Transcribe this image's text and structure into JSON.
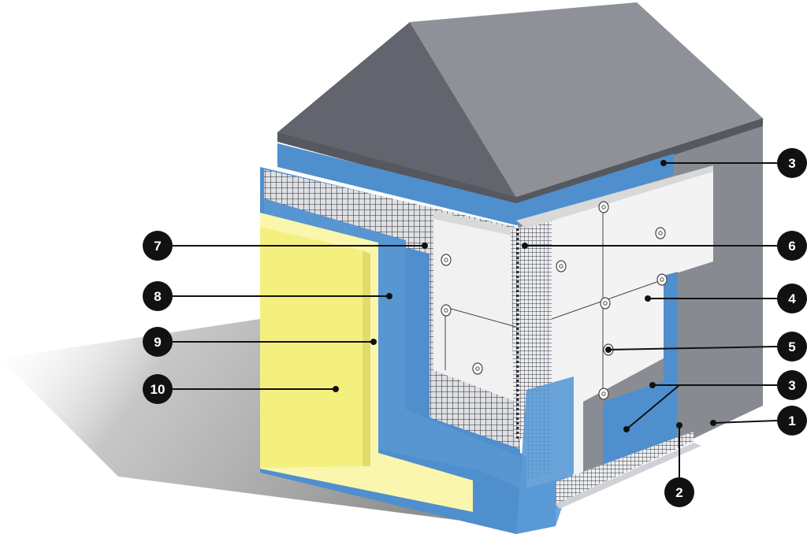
{
  "colors": {
    "roof_left": "#62656d",
    "roof_right": "#8e9198",
    "wall": "#898c93",
    "wall_dark": "#7a7d84",
    "blue": "#4f8fcd",
    "blue_dark": "#3f7cba",
    "mesh_bg": "#e8e9ec",
    "mesh_line": "#2a2c33",
    "board": "#f3f3f3",
    "primer": "#fbf6ad",
    "finish": "#f4f07f",
    "shadow": "#9a9a9a",
    "marker": "#111111",
    "leader": "#111111"
  },
  "callouts": [
    {
      "id": "c1",
      "label": "1"
    },
    {
      "id": "c2",
      "label": "2"
    },
    {
      "id": "c3a",
      "label": "3"
    },
    {
      "id": "c3b",
      "label": "3"
    },
    {
      "id": "c4",
      "label": "4"
    },
    {
      "id": "c5",
      "label": "5"
    },
    {
      "id": "c6",
      "label": "6"
    },
    {
      "id": "c7",
      "label": "7"
    },
    {
      "id": "c8",
      "label": "8"
    },
    {
      "id": "c9",
      "label": "9"
    },
    {
      "id": "c10",
      "label": "10"
    }
  ]
}
